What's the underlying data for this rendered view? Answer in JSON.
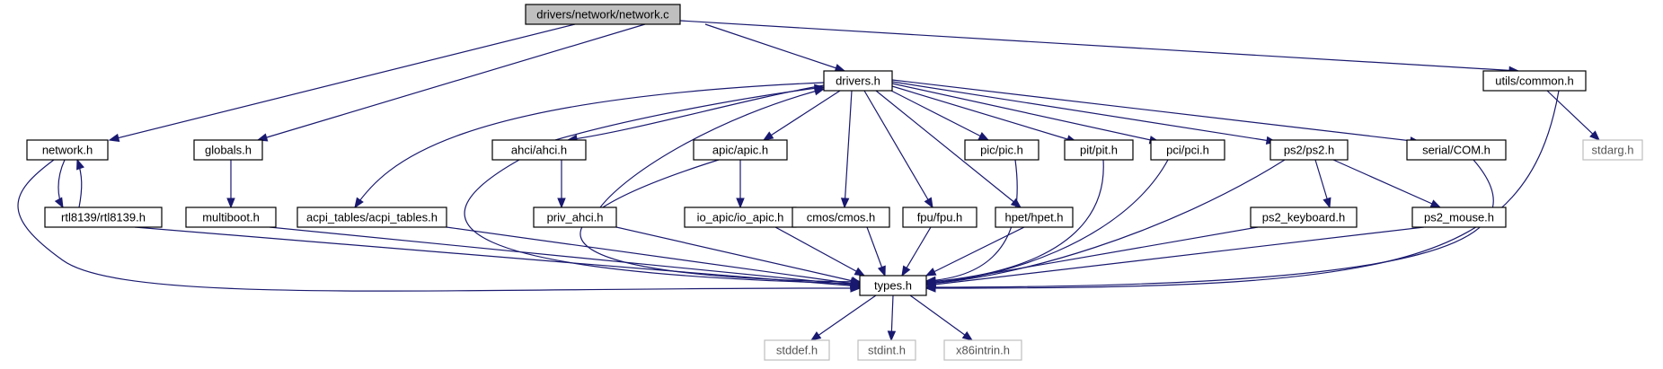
{
  "colors": {
    "edge": "#191970",
    "root_fill": "#bfbfbf",
    "node_fill": "#ffffff",
    "node_border": "#000000",
    "external_border": "#bfbfbf",
    "external_text": "#555555"
  },
  "nodes": {
    "network_c": {
      "label": "drivers/network/network.c",
      "kind": "root"
    },
    "drivers_h": {
      "label": "drivers.h",
      "kind": "header"
    },
    "common_h": {
      "label": "utils/common.h",
      "kind": "header"
    },
    "network_h": {
      "label": "network.h",
      "kind": "header"
    },
    "globals_h": {
      "label": "globals.h",
      "kind": "header"
    },
    "ahci_h": {
      "label": "ahci/ahci.h",
      "kind": "header"
    },
    "apic_h": {
      "label": "apic/apic.h",
      "kind": "header"
    },
    "pic_h": {
      "label": "pic/pic.h",
      "kind": "header"
    },
    "pit_h": {
      "label": "pit/pit.h",
      "kind": "header"
    },
    "pci_h": {
      "label": "pci/pci.h",
      "kind": "header"
    },
    "ps2_h": {
      "label": "ps2/ps2.h",
      "kind": "header"
    },
    "com_h": {
      "label": "serial/COM.h",
      "kind": "header"
    },
    "stdarg_h": {
      "label": "stdarg.h",
      "kind": "external"
    },
    "rtl8139_h": {
      "label": "rtl8139/rtl8139.h",
      "kind": "header"
    },
    "multiboot_h": {
      "label": "multiboot.h",
      "kind": "header"
    },
    "acpi_h": {
      "label": "acpi_tables/acpi_tables.h",
      "kind": "header"
    },
    "priv_ahci_h": {
      "label": "priv_ahci.h",
      "kind": "header"
    },
    "io_apic_h": {
      "label": "io_apic/io_apic.h",
      "kind": "header"
    },
    "cmos_h": {
      "label": "cmos/cmos.h",
      "kind": "header"
    },
    "fpu_h": {
      "label": "fpu/fpu.h",
      "kind": "header"
    },
    "hpet_h": {
      "label": "hpet/hpet.h",
      "kind": "header"
    },
    "ps2_keyboard_h": {
      "label": "ps2_keyboard.h",
      "kind": "header"
    },
    "ps2_mouse_h": {
      "label": "ps2_mouse.h",
      "kind": "header"
    },
    "types_h": {
      "label": "types.h",
      "kind": "header"
    },
    "stddef_h": {
      "label": "stddef.h",
      "kind": "external"
    },
    "stdint_h": {
      "label": "stdint.h",
      "kind": "external"
    },
    "x86intrin_h": {
      "label": "x86intrin.h",
      "kind": "external"
    }
  },
  "edges": [
    {
      "from": "network_c",
      "to": "network_h"
    },
    {
      "from": "network_c",
      "to": "globals_h"
    },
    {
      "from": "network_c",
      "to": "drivers_h"
    },
    {
      "from": "network_c",
      "to": "common_h"
    },
    {
      "from": "drivers_h",
      "to": "acpi_h"
    },
    {
      "from": "drivers_h",
      "to": "ahci_h"
    },
    {
      "from": "drivers_h",
      "to": "apic_h"
    },
    {
      "from": "drivers_h",
      "to": "cmos_h"
    },
    {
      "from": "drivers_h",
      "to": "fpu_h"
    },
    {
      "from": "drivers_h",
      "to": "hpet_h"
    },
    {
      "from": "drivers_h",
      "to": "pic_h"
    },
    {
      "from": "drivers_h",
      "to": "pit_h"
    },
    {
      "from": "drivers_h",
      "to": "pci_h"
    },
    {
      "from": "drivers_h",
      "to": "ps2_h"
    },
    {
      "from": "drivers_h",
      "to": "com_h"
    },
    {
      "from": "ahci_h",
      "to": "drivers_h"
    },
    {
      "from": "priv_ahci_h",
      "to": "drivers_h"
    },
    {
      "from": "ahci_h",
      "to": "priv_ahci_h"
    },
    {
      "from": "apic_h",
      "to": "io_apic_h"
    },
    {
      "from": "ps2_h",
      "to": "ps2_keyboard_h"
    },
    {
      "from": "ps2_h",
      "to": "ps2_mouse_h"
    },
    {
      "from": "network_h",
      "to": "rtl8139_h"
    },
    {
      "from": "rtl8139_h",
      "to": "network_h"
    },
    {
      "from": "globals_h",
      "to": "multiboot_h"
    },
    {
      "from": "common_h",
      "to": "stdarg_h"
    },
    {
      "from": "network_h",
      "to": "types_h"
    },
    {
      "from": "rtl8139_h",
      "to": "types_h"
    },
    {
      "from": "globals_h",
      "to": "types_h"
    },
    {
      "from": "multiboot_h",
      "to": "types_h"
    },
    {
      "from": "acpi_h",
      "to": "types_h"
    },
    {
      "from": "ahci_h",
      "to": "types_h"
    },
    {
      "from": "priv_ahci_h",
      "to": "types_h"
    },
    {
      "from": "apic_h",
      "to": "types_h"
    },
    {
      "from": "io_apic_h",
      "to": "types_h"
    },
    {
      "from": "cmos_h",
      "to": "types_h"
    },
    {
      "from": "fpu_h",
      "to": "types_h"
    },
    {
      "from": "hpet_h",
      "to": "types_h"
    },
    {
      "from": "pic_h",
      "to": "types_h"
    },
    {
      "from": "pit_h",
      "to": "types_h"
    },
    {
      "from": "pci_h",
      "to": "types_h"
    },
    {
      "from": "ps2_h",
      "to": "types_h"
    },
    {
      "from": "ps2_keyboard_h",
      "to": "types_h"
    },
    {
      "from": "ps2_mouse_h",
      "to": "types_h"
    },
    {
      "from": "com_h",
      "to": "types_h"
    },
    {
      "from": "common_h",
      "to": "types_h"
    },
    {
      "from": "types_h",
      "to": "stddef_h"
    },
    {
      "from": "types_h",
      "to": "stdint_h"
    },
    {
      "from": "types_h",
      "to": "x86intrin_h"
    }
  ]
}
